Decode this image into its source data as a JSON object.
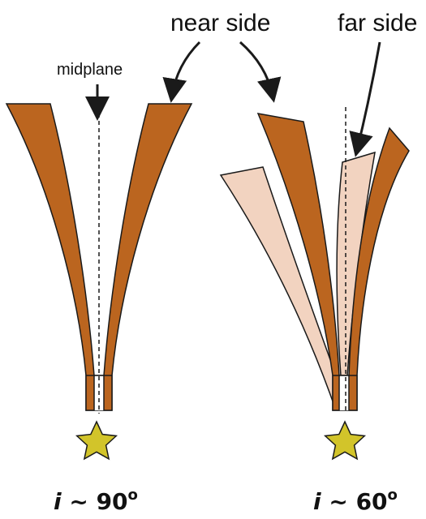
{
  "labels": {
    "near_side": "near side",
    "far_side": "far side",
    "midplane": "midplane",
    "left_panel_variable": "i",
    "left_panel_value": " ~ 90",
    "left_panel_degree": "o",
    "right_panel_variable": "i",
    "right_panel_value": " ~ 60",
    "right_panel_degree": "o"
  },
  "colors": {
    "near_side_fill": "#bb651f",
    "far_side_fill": "#f2d3c0",
    "outline": "#1a1a1a",
    "star_fill": "#d2c42a",
    "text": "#111111"
  }
}
